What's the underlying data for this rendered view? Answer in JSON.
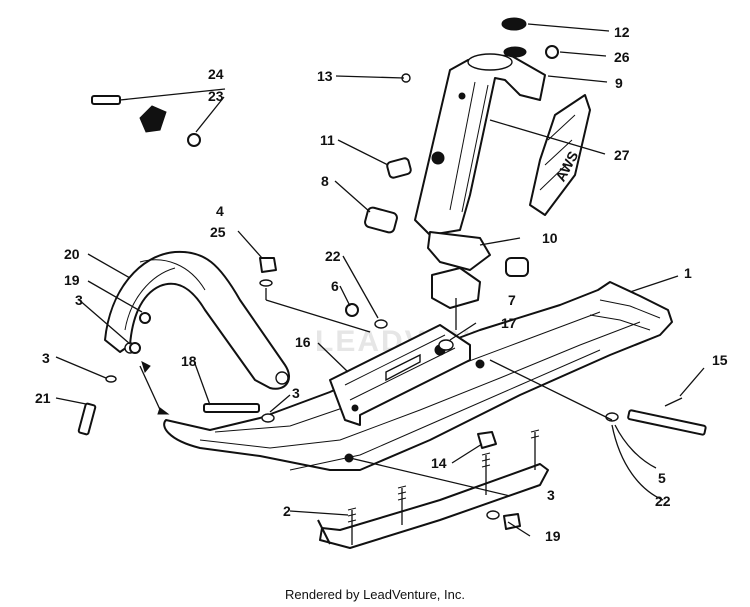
{
  "diagram": {
    "callouts": [
      "1",
      "2",
      "3",
      "3",
      "3",
      "3",
      "4",
      "5",
      "6",
      "7",
      "8",
      "9",
      "10",
      "11",
      "12",
      "13",
      "14",
      "15",
      "16",
      "17",
      "18",
      "19",
      "19",
      "20",
      "21",
      "22",
      "22",
      "23",
      "24",
      "25",
      "26",
      "27"
    ],
    "decal_text": "AWS",
    "watermark": "LEADVENTURE"
  },
  "footer": {
    "credit": "Rendered by LeadVenture, Inc."
  }
}
